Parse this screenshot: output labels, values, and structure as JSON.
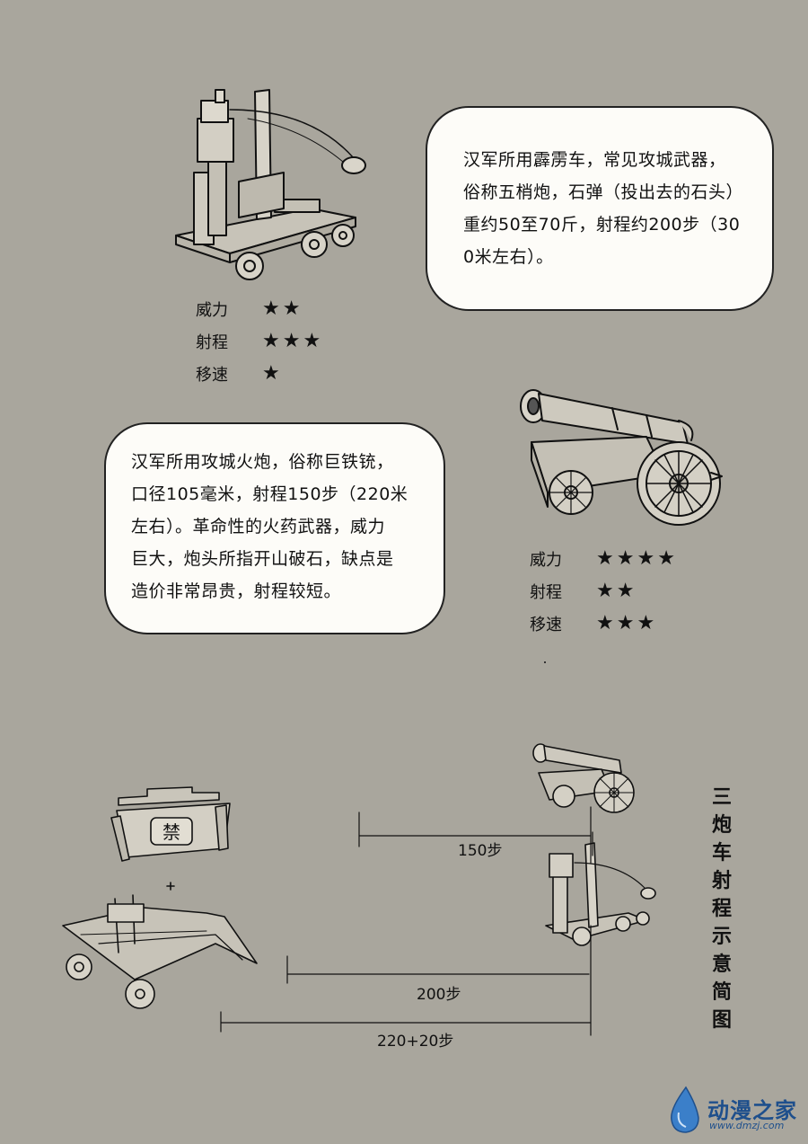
{
  "bubble1": {
    "lines": [
      "汉军所用霹雳车，常见攻城武器，",
      "俗称五梢炮，石弹（投出去的石头）",
      "重约50至70斤，射程约200步（30",
      "0米左右）。"
    ]
  },
  "bubble2": {
    "lines": [
      "汉军所用攻城火炮，俗称巨铁铳，",
      "口径105毫米，射程150步（220米",
      "左右）。革命性的火药武器，威力",
      "巨大，炮头所指开山破石，缺点是",
      "造价非常昂贵，射程较短。"
    ]
  },
  "stats1": {
    "rows": [
      {
        "label": "威力",
        "stars": 2
      },
      {
        "label": "射程",
        "stars": 3
      },
      {
        "label": "移速",
        "stars": 1
      }
    ]
  },
  "stats2": {
    "rows": [
      {
        "label": "威力",
        "stars": 4
      },
      {
        "label": "射程",
        "stars": 2
      },
      {
        "label": "移速",
        "stars": 3
      }
    ]
  },
  "diagram": {
    "title_chars": [
      "三",
      "炮",
      "车",
      "射",
      "程",
      "示",
      "意",
      "简",
      "图"
    ],
    "ranges": [
      "150步",
      "200步",
      "220+20步"
    ],
    "flag_char": "禁"
  },
  "watermark": {
    "name": "动漫之家",
    "url": "www.dmzj.com"
  }
}
